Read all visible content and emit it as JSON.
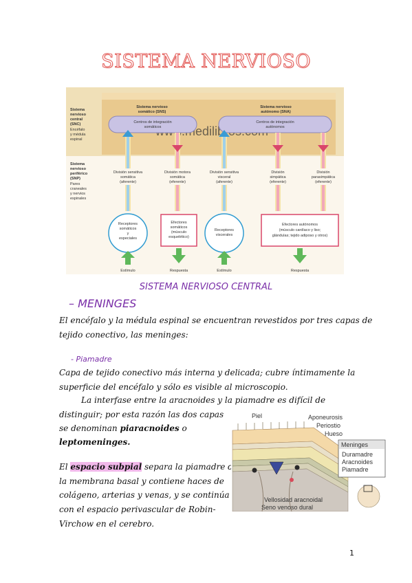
{
  "title": "SISTEMA NERVIOSO",
  "diagram": {
    "watermark": "www.medilibros.com",
    "side_labels": {
      "snc": [
        "Sistema",
        "nervioso",
        "central",
        "(SNC)"
      ],
      "snc_sub": [
        "Encéfalo",
        "y médula",
        "espinal"
      ],
      "snp": [
        "Sistema",
        "nervioso",
        "periférico",
        "(SNP)"
      ],
      "snp_sub": [
        "Pares",
        "craneales",
        "y nervios",
        "espinales"
      ]
    },
    "sns_label": [
      "Sistema nervioso",
      "somático (SNS)"
    ],
    "sna_label": [
      "Sistema nervioso",
      "autónomo (SNA)"
    ],
    "sns_centers": [
      "Centros de integración",
      "somáticos"
    ],
    "sna_centers": [
      "Centros de integración",
      "autónomos"
    ],
    "divisions": [
      [
        "División sensitiva",
        "somática",
        "(aferente)"
      ],
      [
        "División motora",
        "somática",
        "(eferente)"
      ],
      [
        "División sensitiva",
        "visceral",
        "(aferente)"
      ],
      [
        "División",
        "simpática",
        "(eferente)"
      ],
      [
        "División",
        "parasimpática",
        "(eferente)"
      ]
    ],
    "boxes": {
      "receptores_somaticos": [
        "Receptores",
        "somáticos",
        "y",
        "especiales"
      ],
      "efectores_somaticos": [
        "Efectores",
        "somáticos",
        "(músculo",
        "esquelético)"
      ],
      "receptores_viscerales": [
        "Receptores",
        "viscerales"
      ],
      "efectores_autonomos": [
        "Efectores autónomos",
        "(músculo cardíaco y liso;",
        "glándulas; tejido adiposo y otros)"
      ]
    },
    "bottom_labels": [
      "Estímulo",
      "Respuesta",
      "Estímulo",
      "Respuesta"
    ]
  },
  "section_title": "SISTEMA NERVIOSO CENTRAL",
  "heading": "– MENINGES",
  "intro": [
    "El encéfalo y la médula espinal se encuentran revestidos por tres capas de",
    "tejido conectivo, las meninges:"
  ],
  "subheading": "- Piamadre",
  "para1": [
    "Capa de tejido conectivo más interna y delicada; cubre íntimamente la",
    "superficie del encéfalo y sólo es visible al microscopio."
  ],
  "para2": {
    "line1": "La interfase entre la aracnoides y la piamadre es difícil de",
    "line2": "distinguir; por esta razón las dos capas",
    "line3_pre": "se denominan ",
    "line3_bold": "piaracnoides",
    "line3_post": " o",
    "line4_bold": "leptomeninges."
  },
  "para3": {
    "line1_pre": "El ",
    "line1_hl": "espacio subpial",
    "line1_post": " separa la piamadre de",
    "line2": "la membrana basal y contiene haces de",
    "line3": "colágeno, arterias y venas, y se continúa",
    "line4": "con el espacio perivascular de Robin-",
    "line5": "Virchow en el cerebro."
  },
  "figure": {
    "labels_top": [
      "Piel",
      "Aponeurosis",
      "Periostio",
      "Hueso"
    ],
    "legend_title": "Meninges",
    "legend_items": [
      "Duramadre",
      "Aracnoides",
      "Piamadre"
    ],
    "labels_bottom": [
      "Vellosidad aracnoidal",
      "Seno venoso dural"
    ]
  },
  "page_number": "1"
}
